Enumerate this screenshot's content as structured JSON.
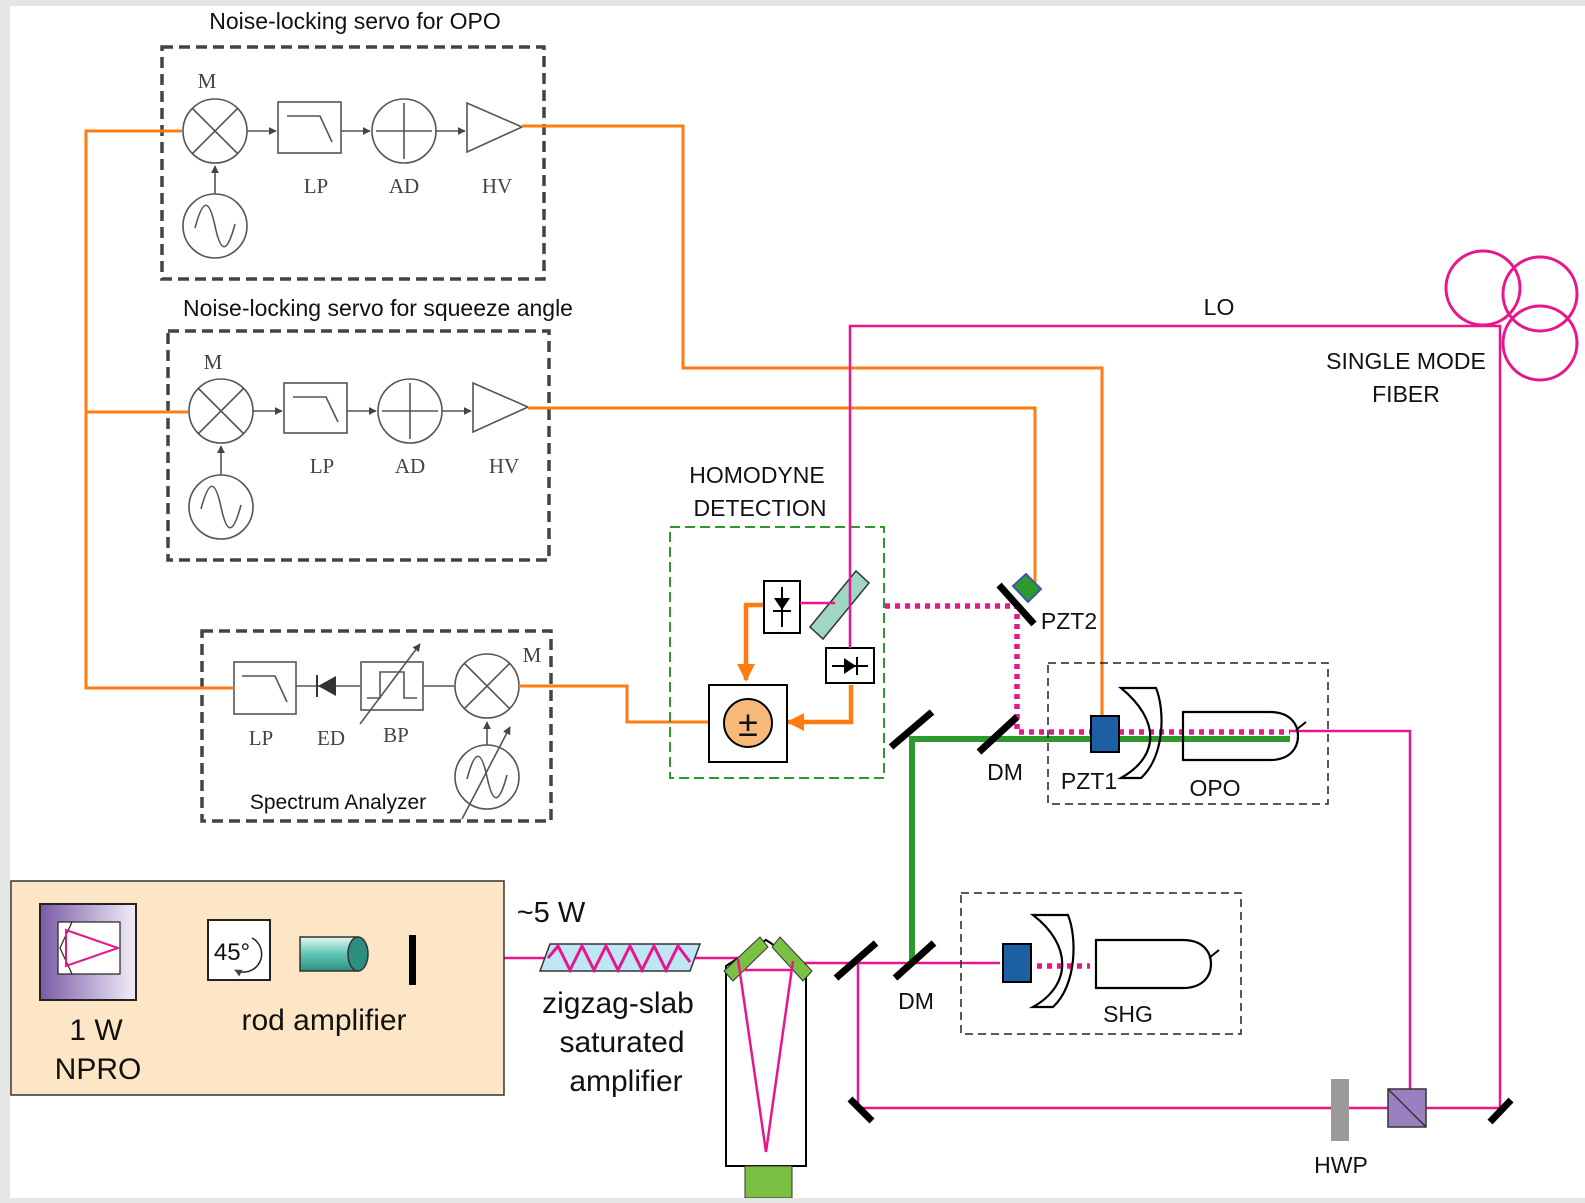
{
  "labels": {
    "opo_servo_title": "Noise-locking servo for OPO",
    "sq_servo_title": "Noise-locking servo for squeeze angle",
    "mixer": "M",
    "low_pass": "LP",
    "adder": "AD",
    "high_voltage": "HV",
    "envelope_detector": "ED",
    "band_pass": "BP",
    "spectrum_analyzer": "Spectrum Analyzer",
    "homodyne_line1": "HOMODYNE",
    "homodyne_line2": "DETECTION",
    "local_oscillator": "LO",
    "fiber_line1": "SINGLE MODE",
    "fiber_line2": "FIBER",
    "pzt1": "PZT1",
    "pzt2": "PZT2",
    "dichroic": "DM",
    "opo": "OPO",
    "shg": "SHG",
    "hwp": "HWP",
    "power_5w": "~5 W",
    "zigzag_line1": "zigzag-slab",
    "zigzag_line2": "saturated",
    "zigzag_line3": "amplifier",
    "npro_line1": "1 W",
    "npro_line2": "NPRO",
    "rod_amplifier": "rod amplifier",
    "rotator": "45°",
    "plus_minus": "±"
  },
  "colors": {
    "electronics_signal": "#ff7c13",
    "laser_1064": "#e8168c",
    "laser_532": "#2e9a2e",
    "laser_head_bg": "#fde6c6",
    "pzt": "#1d5fa3",
    "subtractor_fill": "#f6b97a",
    "isolator_fill": "#9a7fc1"
  }
}
